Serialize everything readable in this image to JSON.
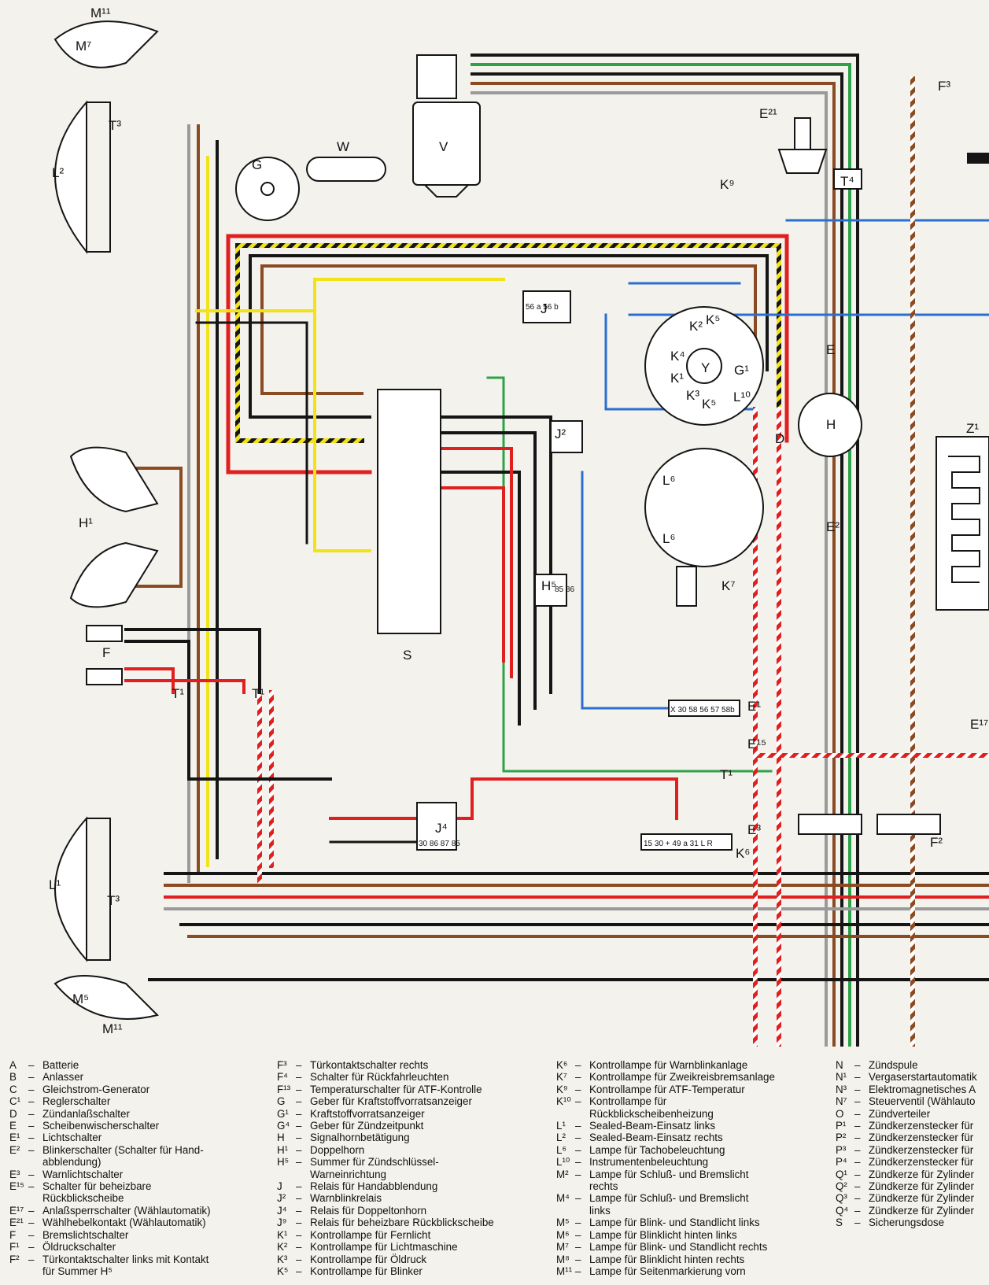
{
  "diagram": {
    "component_labels": [
      {
        "id": "M11",
        "text": "M¹¹"
      },
      {
        "id": "M7",
        "text": "M⁷"
      },
      {
        "id": "L2",
        "text": "L²"
      },
      {
        "id": "T3a",
        "text": "T³"
      },
      {
        "id": "G",
        "text": "G"
      },
      {
        "id": "W",
        "text": "W"
      },
      {
        "id": "V",
        "text": "V"
      },
      {
        "id": "E21",
        "text": "E²¹"
      },
      {
        "id": "T4",
        "text": "T⁴"
      },
      {
        "id": "K9",
        "text": "K⁹"
      },
      {
        "id": "F3",
        "text": "F³"
      },
      {
        "id": "J",
        "text": "J"
      },
      {
        "id": "K2",
        "text": "K²"
      },
      {
        "id": "K5a",
        "text": "K⁵"
      },
      {
        "id": "K4",
        "text": "K⁴"
      },
      {
        "id": "K1",
        "text": "K¹"
      },
      {
        "id": "Y",
        "text": "Y"
      },
      {
        "id": "G1",
        "text": "G¹"
      },
      {
        "id": "K3",
        "text": "K³"
      },
      {
        "id": "K5b",
        "text": "K⁵"
      },
      {
        "id": "L10",
        "text": "L¹⁰"
      },
      {
        "id": "E",
        "text": "E"
      },
      {
        "id": "H",
        "text": "H"
      },
      {
        "id": "D",
        "text": "D"
      },
      {
        "id": "Z1",
        "text": "Z¹"
      },
      {
        "id": "J2",
        "text": "J²"
      },
      {
        "id": "H1",
        "text": "H¹"
      },
      {
        "id": "L6a",
        "text": "L⁶"
      },
      {
        "id": "L6b",
        "text": "L⁶"
      },
      {
        "id": "E2",
        "text": "E²"
      },
      {
        "id": "H5",
        "text": "H⁵"
      },
      {
        "id": "K7",
        "text": "K⁷"
      },
      {
        "id": "F",
        "text": "F"
      },
      {
        "id": "S",
        "text": "S"
      },
      {
        "id": "T1a",
        "text": "T¹"
      },
      {
        "id": "T1b",
        "text": "T¹"
      },
      {
        "id": "E1",
        "text": "E¹"
      },
      {
        "id": "E17",
        "text": "E¹⁷"
      },
      {
        "id": "E15",
        "text": "E¹⁵"
      },
      {
        "id": "T1c",
        "text": "T¹"
      },
      {
        "id": "J4",
        "text": "J⁴"
      },
      {
        "id": "E3",
        "text": "E³"
      },
      {
        "id": "K6",
        "text": "K⁶"
      },
      {
        "id": "F2",
        "text": "F²"
      },
      {
        "id": "L1",
        "text": "L¹"
      },
      {
        "id": "T3b",
        "text": "T³"
      },
      {
        "id": "M5",
        "text": "M⁵"
      },
      {
        "id": "M11b",
        "text": "M¹¹"
      }
    ],
    "terminal_labels": {
      "e1": "X 30 58 56 57 58b",
      "e3": "15 30 + 49 a  31  L  R",
      "j": "56 a  56 b",
      "h5": "85 86",
      "j4": "30 86 87 85"
    }
  },
  "legend": {
    "columns": [
      [
        {
          "code": "A",
          "desc": "Batterie"
        },
        {
          "code": "B",
          "desc": "Anlasser"
        },
        {
          "code": "C",
          "desc": "Gleichstrom-Generator"
        },
        {
          "code": "C¹",
          "desc": "Reglerschalter"
        },
        {
          "code": "D",
          "desc": "Zündanlaßschalter"
        },
        {
          "code": "E",
          "desc": "Scheibenwischerschalter"
        },
        {
          "code": "E¹",
          "desc": "Lichtschalter"
        },
        {
          "code": "E²",
          "desc": "Blinkerschalter (Schalter für Hand-"
        },
        {
          "code": "",
          "desc": "abblendung)"
        },
        {
          "code": "E³",
          "desc": "Warnlichtschalter"
        },
        {
          "code": "E¹⁵",
          "desc": "Schalter für beheizbare"
        },
        {
          "code": "",
          "desc": "Rückblickscheibe"
        },
        {
          "code": "E¹⁷",
          "desc": "Anlaßsperrschalter (Wählautomatik)"
        },
        {
          "code": "E²¹",
          "desc": "Wählhebelkontakt (Wählautomatik)"
        },
        {
          "code": "F",
          "desc": "Bremslichtschalter"
        },
        {
          "code": "F¹",
          "desc": "Öldruckschalter"
        },
        {
          "code": "F²",
          "desc": "Türkontaktschalter links mit Kontakt"
        },
        {
          "code": "",
          "desc": "für Summer H⁵"
        }
      ],
      [
        {
          "code": "F³",
          "desc": "Türkontaktschalter rechts"
        },
        {
          "code": "F⁴",
          "desc": "Schalter für Rückfahrleuchten"
        },
        {
          "code": "F¹³",
          "desc": "Temperaturschalter für ATF-Kontrolle"
        },
        {
          "code": "G",
          "desc": "Geber für Kraftstoffvorratsanzeiger"
        },
        {
          "code": "G¹",
          "desc": "Kraftstoffvorratsanzeiger"
        },
        {
          "code": "G⁴",
          "desc": "Geber für Zündzeitpunkt"
        },
        {
          "code": "H",
          "desc": "Signalhornbetätigung"
        },
        {
          "code": "H¹",
          "desc": "Doppelhorn"
        },
        {
          "code": "H⁵",
          "desc": "Summer für Zündschlüssel-"
        },
        {
          "code": "",
          "desc": "Warneinrichtung"
        },
        {
          "code": "J",
          "desc": "Relais für Handabblendung"
        },
        {
          "code": "J²",
          "desc": "Warnblinkrelais"
        },
        {
          "code": "J⁴",
          "desc": "Relais für Doppeltonhorn"
        },
        {
          "code": "J⁹",
          "desc": "Relais für beheizbare Rückblickscheibe"
        },
        {
          "code": "K¹",
          "desc": "Kontrollampe für Fernlicht"
        },
        {
          "code": "K²",
          "desc": "Kontrollampe für Lichtmaschine"
        },
        {
          "code": "K³",
          "desc": "Kontrollampe für Öldruck"
        },
        {
          "code": "K⁵",
          "desc": "Kontrollampe für Blinker"
        }
      ],
      [
        {
          "code": "K⁶",
          "desc": "Kontrollampe für Warnblinkanlage"
        },
        {
          "code": "K⁷",
          "desc": "Kontrollampe für Zweikreisbremsanlage"
        },
        {
          "code": "K⁹",
          "desc": "Kontrollampe für ATF-Temperatur"
        },
        {
          "code": "K¹⁰",
          "desc": "Kontrollampe für"
        },
        {
          "code": "",
          "desc": "Rückblickscheibenheizung"
        },
        {
          "code": "L¹",
          "desc": "Sealed-Beam-Einsatz links"
        },
        {
          "code": "L²",
          "desc": "Sealed-Beam-Einsatz rechts"
        },
        {
          "code": "L⁶",
          "desc": "Lampe für Tachobeleuchtung"
        },
        {
          "code": "L¹⁰",
          "desc": "Instrumentenbeleuchtung"
        },
        {
          "code": "M²",
          "desc": "Lampe für Schluß- und Bremslicht"
        },
        {
          "code": "",
          "desc": "rechts"
        },
        {
          "code": "M⁴",
          "desc": "Lampe für Schluß- und Bremslicht"
        },
        {
          "code": "",
          "desc": "links"
        },
        {
          "code": "M⁵",
          "desc": "Lampe für Blink- und Standlicht links"
        },
        {
          "code": "M⁶",
          "desc": "Lampe für Blinklicht hinten links"
        },
        {
          "code": "M⁷",
          "desc": "Lampe für Blink- und Standlicht rechts"
        },
        {
          "code": "M⁸",
          "desc": "Lampe für Blinklicht hinten rechts"
        },
        {
          "code": "M¹¹",
          "desc": "Lampe für Seitenmarkierung vorn"
        }
      ],
      [
        {
          "code": "N",
          "desc": "Zündspule"
        },
        {
          "code": "N¹",
          "desc": "Vergaserstartautomatik"
        },
        {
          "code": "N³",
          "desc": "Elektromagnetisches A"
        },
        {
          "code": "N⁷",
          "desc": "Steuerventil (Wählauto"
        },
        {
          "code": "O",
          "desc": "Zündverteiler"
        },
        {
          "code": "P¹",
          "desc": "Zündkerzenstecker für"
        },
        {
          "code": "P²",
          "desc": "Zündkerzenstecker für"
        },
        {
          "code": "P³",
          "desc": "Zündkerzenstecker für"
        },
        {
          "code": "P⁴",
          "desc": "Zündkerzenstecker für"
        },
        {
          "code": "Q¹",
          "desc": "Zündkerze für Zylinder"
        },
        {
          "code": "Q²",
          "desc": "Zündkerze für Zylinder"
        },
        {
          "code": "Q³",
          "desc": "Zündkerze für Zylinder"
        },
        {
          "code": "Q⁴",
          "desc": "Zündkerze für Zylinder"
        },
        {
          "code": "S",
          "desc": "Sicherungsdose"
        }
      ]
    ]
  },
  "colors": {
    "paper": "#f4f2ec",
    "black": "#151515",
    "red": "#e02020",
    "brown": "#8a4a22",
    "yellow": "#f2e21a",
    "blue": "#2a6fd0",
    "green": "#2ea24a",
    "grey": "#9a9a9a"
  }
}
